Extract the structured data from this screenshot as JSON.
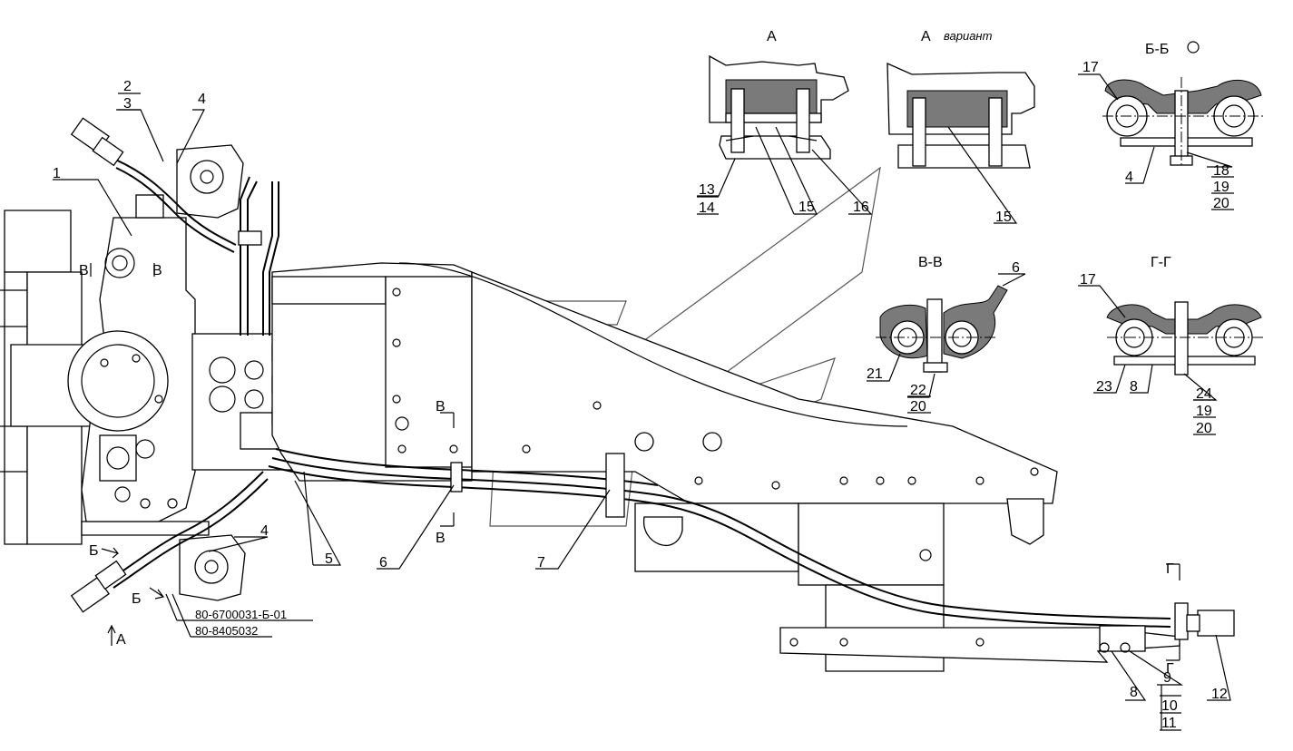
{
  "sections": {
    "A": "А",
    "A_variant_letter": "А",
    "A_variant_word": "вариант",
    "BB": "Б-Б",
    "VV": "В-В",
    "GG": "Г-Г"
  },
  "cut_marks": {
    "V": "В",
    "B": "Б",
    "G": "Г",
    "A_arrow": "А"
  },
  "callouts": {
    "c1": "1",
    "c2": "2",
    "c3": "3",
    "c4": "4",
    "c5": "5",
    "c6": "6",
    "c7": "7",
    "c8": "8",
    "c9": "9",
    "c10": "10",
    "c11": "11",
    "c12": "12",
    "c13": "13",
    "c14": "14",
    "c15": "15",
    "c16": "16",
    "c17": "17",
    "c18": "18",
    "c19": "19",
    "c20": "20",
    "c21": "21",
    "c22": "22",
    "c23": "23",
    "c24": "24"
  },
  "part_numbers": {
    "p1": "80-6700031-Б-01",
    "p2": "80-8405032"
  }
}
